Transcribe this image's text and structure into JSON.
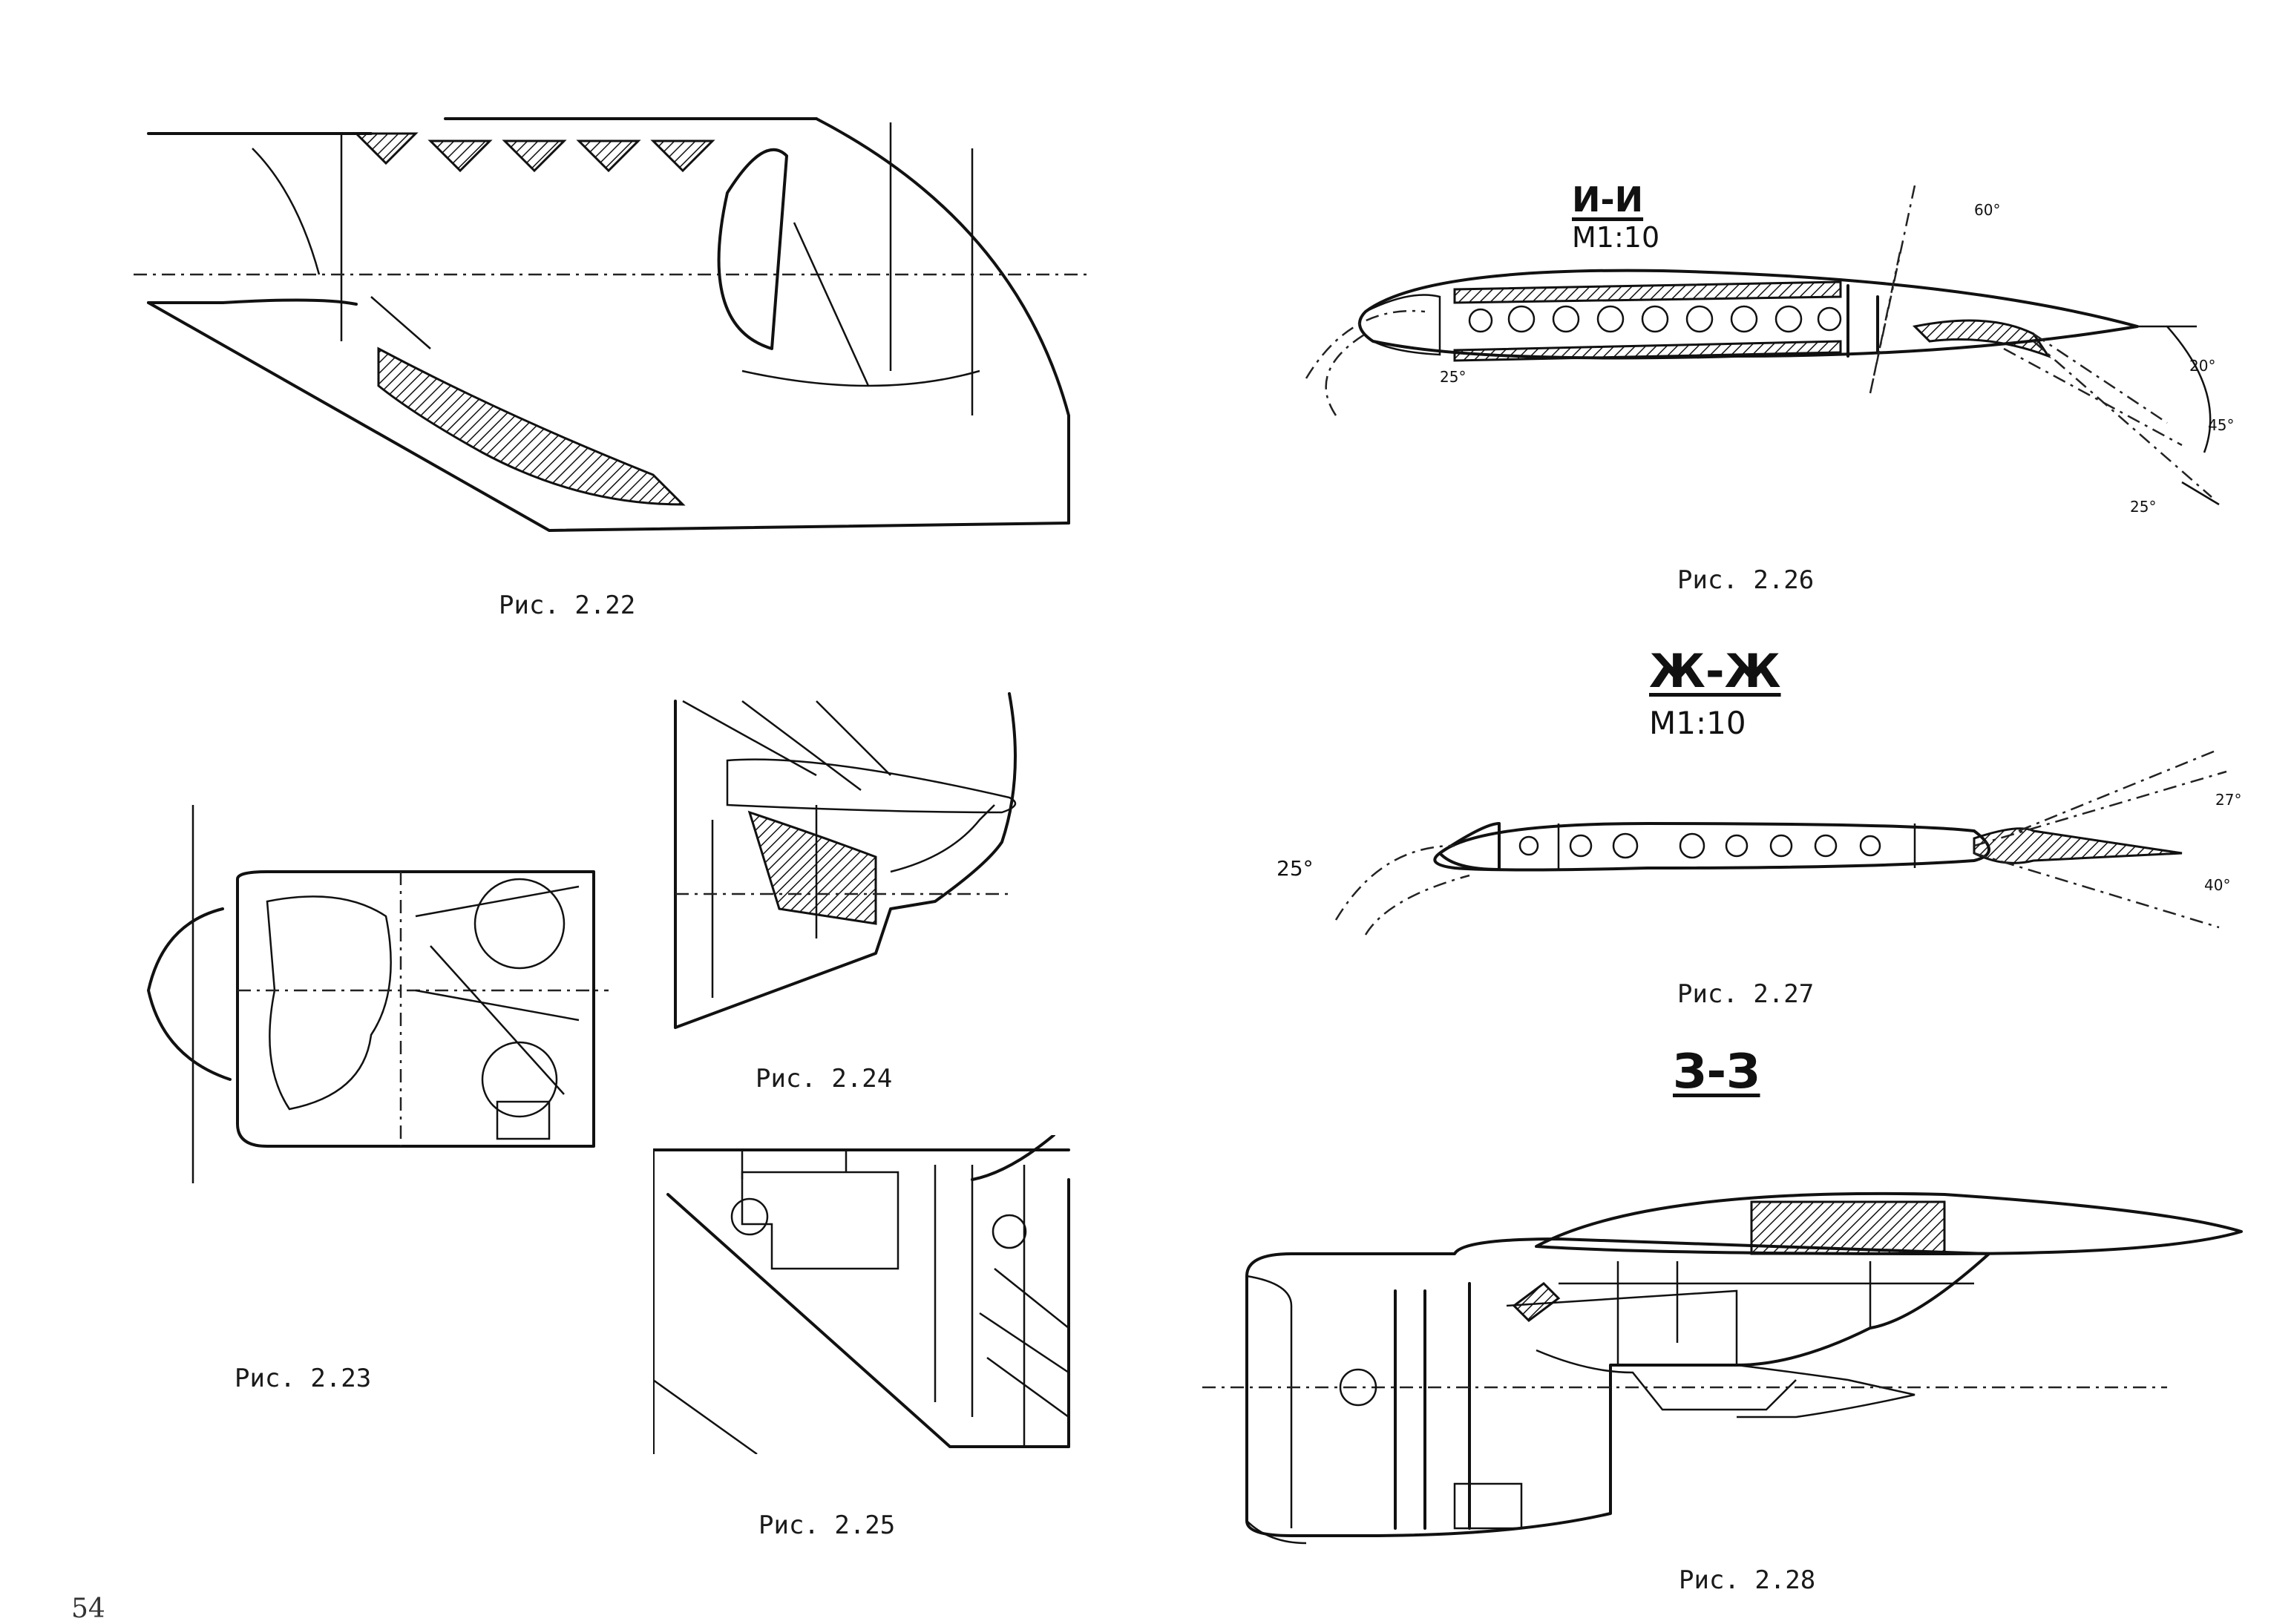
{
  "page": {
    "number": "54"
  },
  "figures": [
    {
      "id": "fig-2-22",
      "caption": "Рис. 2.22"
    },
    {
      "id": "fig-2-23",
      "caption": "Рис. 2.23"
    },
    {
      "id": "fig-2-24",
      "caption": "Рис. 2.24"
    },
    {
      "id": "fig-2-25",
      "caption": "Рис. 2.25"
    },
    {
      "id": "fig-2-26",
      "caption": "Рис. 2.26",
      "section": "И-И",
      "scale": "M1:10",
      "angles": [
        "25°",
        "60°",
        "20°",
        "45°",
        "25°"
      ]
    },
    {
      "id": "fig-2-27",
      "caption": "Рис. 2.27",
      "section": "Ж-Ж",
      "scale": "M1:10",
      "angles": [
        "25°",
        "27°",
        "40°"
      ]
    },
    {
      "id": "fig-2-28",
      "caption": "Рис. 2.28",
      "section": "З-З"
    }
  ]
}
